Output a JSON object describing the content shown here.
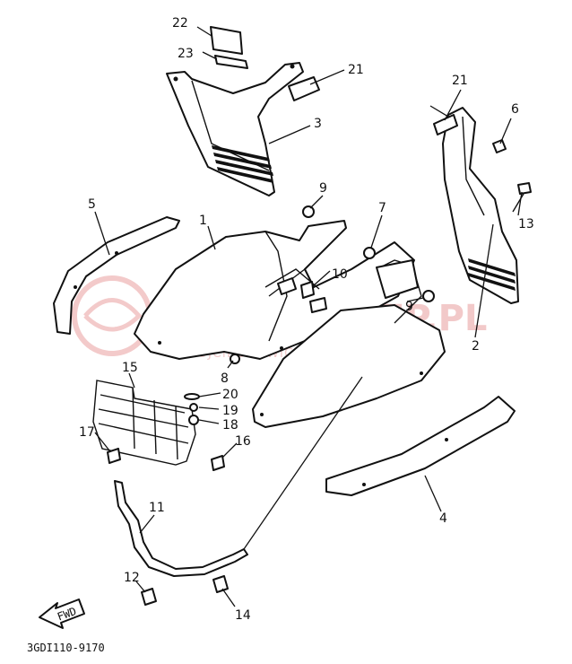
{
  "watermark": {
    "brand": "YAMA SKLEP.PL",
    "tagline": "WOJCIECHOWICZ | DEALER YAMAHA"
  },
  "diagram_code": "3GDI110-9170",
  "direction_label": "FWD",
  "callouts": [
    {
      "id": "c22",
      "label": "22"
    },
    {
      "id": "c23",
      "label": "23"
    },
    {
      "id": "c21a",
      "label": "21"
    },
    {
      "id": "c3",
      "label": "3"
    },
    {
      "id": "c21b",
      "label": "21"
    },
    {
      "id": "c6",
      "label": "6"
    },
    {
      "id": "c5",
      "label": "5"
    },
    {
      "id": "c1",
      "label": "1"
    },
    {
      "id": "c9a",
      "label": "9"
    },
    {
      "id": "c7",
      "label": "7"
    },
    {
      "id": "c13",
      "label": "13"
    },
    {
      "id": "c10",
      "label": "10"
    },
    {
      "id": "c9b",
      "label": "9"
    },
    {
      "id": "c2",
      "label": "2"
    },
    {
      "id": "c8",
      "label": "8"
    },
    {
      "id": "c15",
      "label": "15"
    },
    {
      "id": "c20",
      "label": "20"
    },
    {
      "id": "c19",
      "label": "19"
    },
    {
      "id": "c18",
      "label": "18"
    },
    {
      "id": "c17",
      "label": "17"
    },
    {
      "id": "c16",
      "label": "16"
    },
    {
      "id": "c4",
      "label": "4"
    },
    {
      "id": "c11",
      "label": "11"
    },
    {
      "id": "c12",
      "label": "12"
    },
    {
      "id": "c14",
      "label": "14"
    }
  ]
}
